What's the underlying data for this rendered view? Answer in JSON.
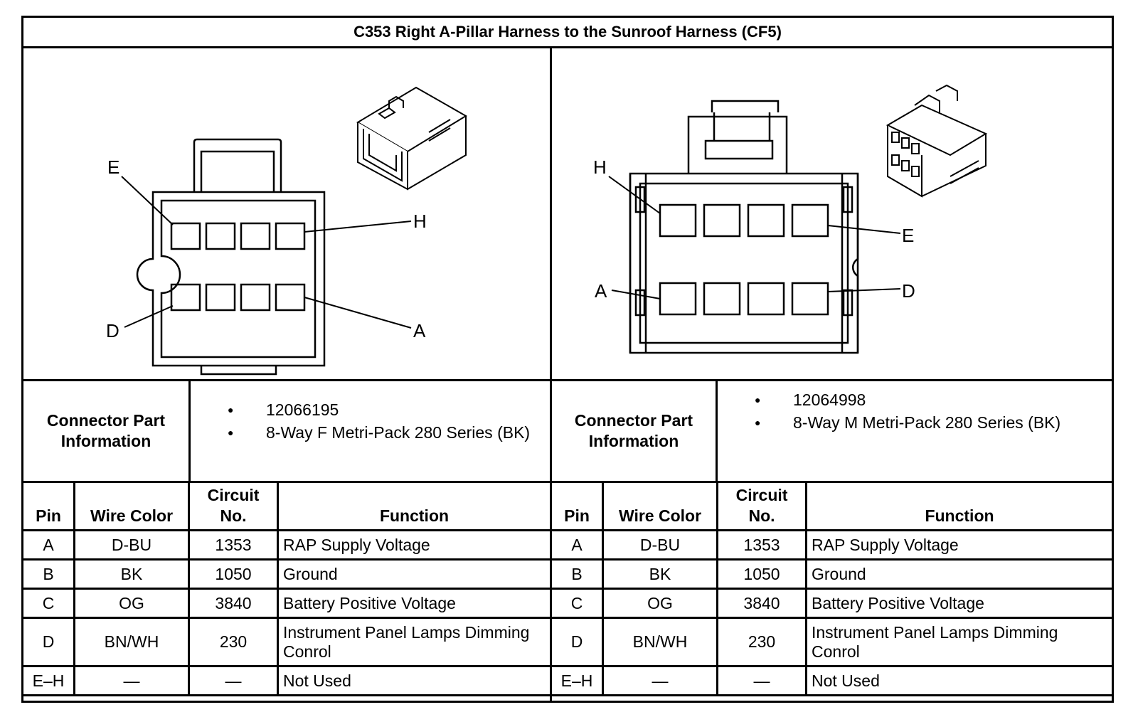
{
  "title": "C353 Right A-Pillar Harness to the Sunroof Harness (CF5)",
  "left": {
    "diagram_labels": {
      "E": "E",
      "H": "H",
      "D": "D",
      "A": "A"
    },
    "cpi_label": "Connector Part Information",
    "cpi_items": [
      "12066195",
      "8-Way F Metri-Pack 280 Series (BK)"
    ],
    "headers": {
      "pin": "Pin",
      "wire_color": "Wire Color",
      "circuit": "Circuit No.",
      "function": "Function"
    },
    "rows": [
      {
        "pin": "A",
        "wire_color": "D-BU",
        "circuit": "1353",
        "function": "RAP Supply Voltage"
      },
      {
        "pin": "B",
        "wire_color": "BK",
        "circuit": "1050",
        "function": "Ground"
      },
      {
        "pin": "C",
        "wire_color": "OG",
        "circuit": "3840",
        "function": "Battery Positive Voltage"
      },
      {
        "pin": "D",
        "wire_color": "BN/WH",
        "circuit": "230",
        "function": "Instrument Panel Lamps Dimming Conrol"
      },
      {
        "pin": "E–H",
        "wire_color": "—",
        "circuit": "—",
        "function": "Not Used"
      }
    ]
  },
  "right": {
    "diagram_labels": {
      "H": "H",
      "E": "E",
      "A": "A",
      "D": "D"
    },
    "cpi_label": "Connector Part Information",
    "cpi_items": [
      "12064998",
      "8-Way M Metri-Pack 280 Series (BK)"
    ],
    "headers": {
      "pin": "Pin",
      "wire_color": "Wire Color",
      "circuit": "Circuit No.",
      "function": "Function"
    },
    "rows": [
      {
        "pin": "A",
        "wire_color": "D-BU",
        "circuit": "1353",
        "function": "RAP Supply Voltage"
      },
      {
        "pin": "B",
        "wire_color": "BK",
        "circuit": "1050",
        "function": "Ground"
      },
      {
        "pin": "C",
        "wire_color": "OG",
        "circuit": "3840",
        "function": "Battery Positive Voltage"
      },
      {
        "pin": "D",
        "wire_color": "BN/WH",
        "circuit": "230",
        "function": "Instrument Panel Lamps Dimming Conrol"
      },
      {
        "pin": "E–H",
        "wire_color": "—",
        "circuit": "—",
        "function": "Not Used"
      }
    ]
  }
}
